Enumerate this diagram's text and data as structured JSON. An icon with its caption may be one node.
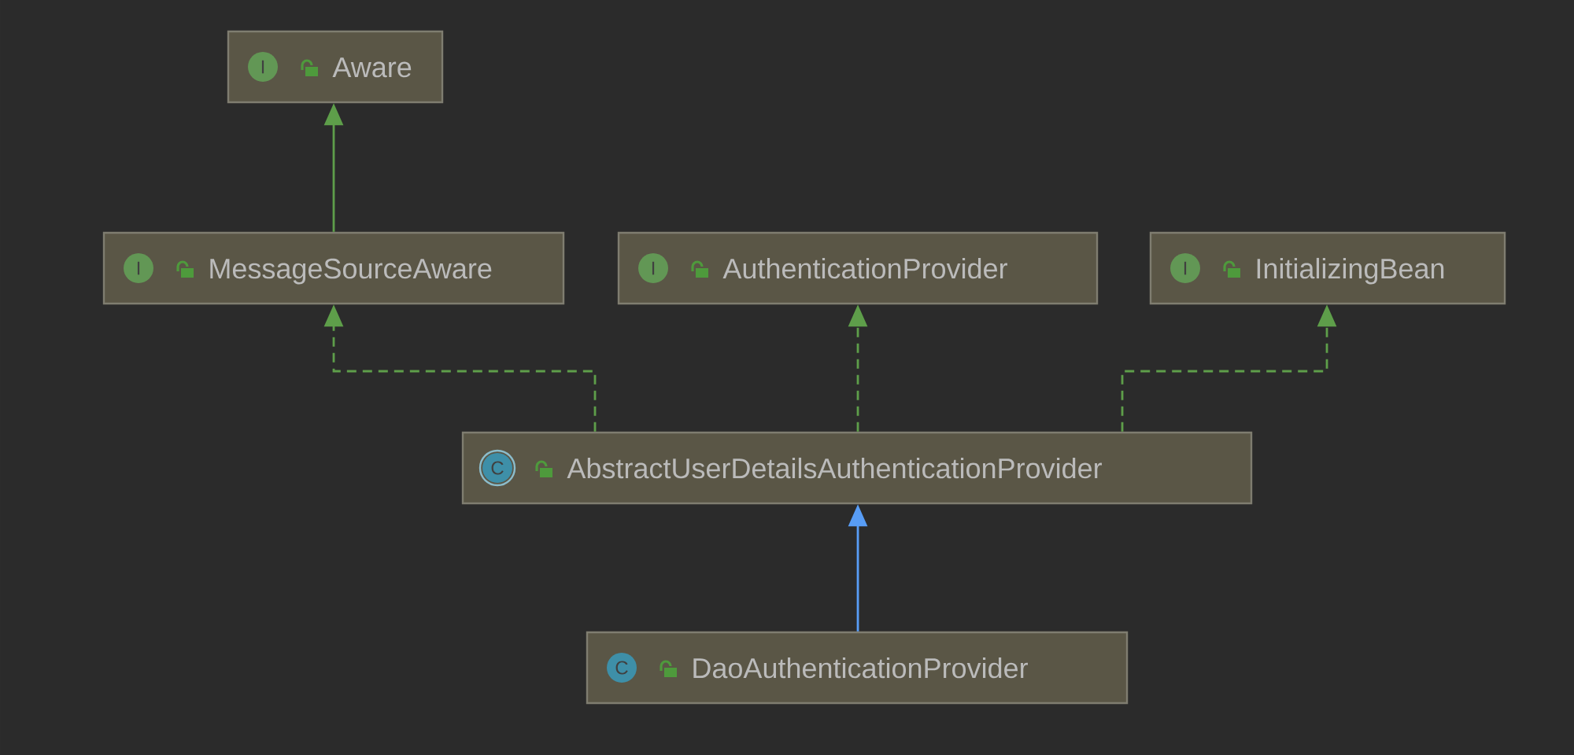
{
  "diagram": {
    "nodes": [
      {
        "text": [
          "I",
          "Aware"
        ]
      },
      {
        "text": [
          "I",
          "MessageSourceAware"
        ]
      },
      {
        "text": [
          "I",
          "AuthenticationProvider"
        ]
      },
      {
        "text": [
          "I",
          "InitializingBean"
        ]
      },
      {
        "text": [
          "C",
          "AbstractUserDetailsAuthenticationProvider"
        ]
      },
      {
        "text": [
          "C",
          "DaoAuthenticationProvider"
        ]
      }
    ],
    "edges": [
      {
        "from": 1,
        "to": 0,
        "arrow": "to"
      },
      {
        "from": 4,
        "to": 1,
        "arrow": "to",
        "style": "dashed"
      },
      {
        "from": 4,
        "to": 2,
        "arrow": "to",
        "style": "dashed"
      },
      {
        "from": 4,
        "to": 3,
        "arrow": "to",
        "style": "dashed"
      },
      {
        "from": 5,
        "to": 4,
        "arrow": "to",
        "color": "#589df6"
      }
    ]
  }
}
